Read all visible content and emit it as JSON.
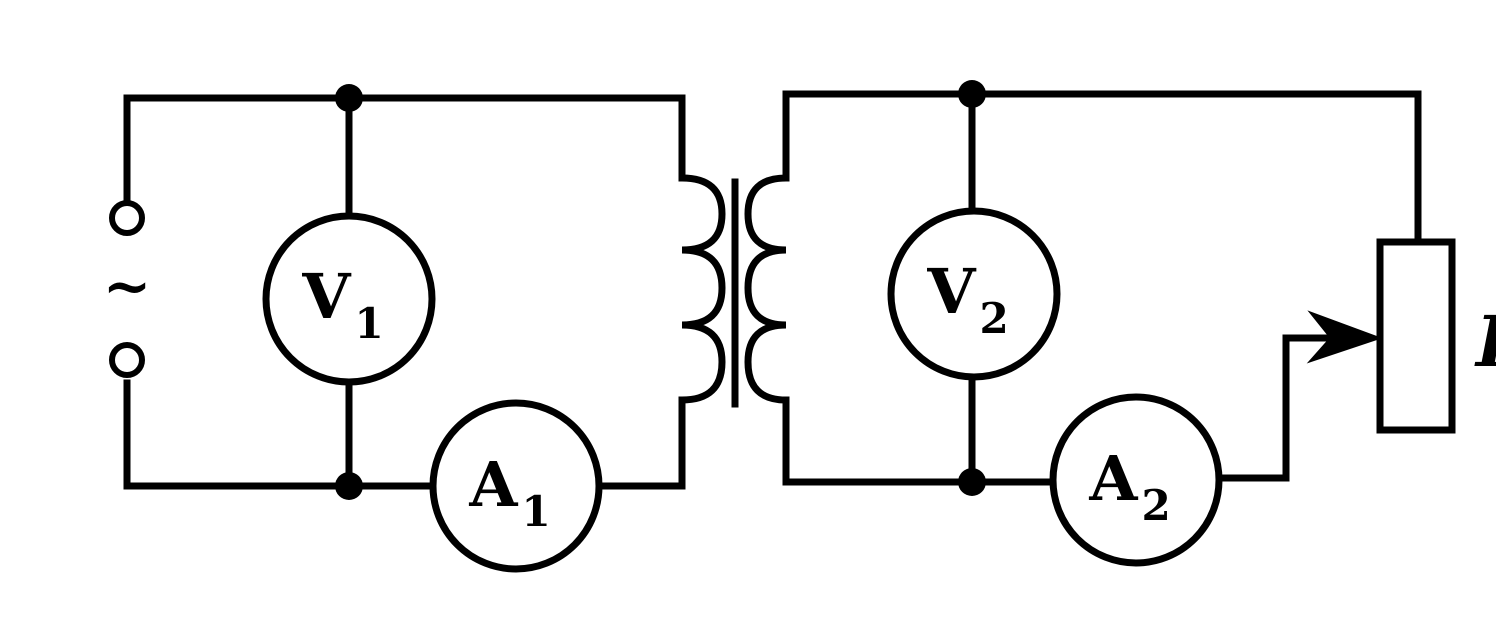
{
  "source": {
    "symbol": "~"
  },
  "meters": {
    "v1": {
      "letter": "V",
      "sub": "1"
    },
    "a1": {
      "letter": "A",
      "sub": "1"
    },
    "v2": {
      "letter": "V",
      "sub": "2"
    },
    "a2": {
      "letter": "A",
      "sub": "2"
    }
  },
  "rheostat": {
    "label": "R"
  }
}
